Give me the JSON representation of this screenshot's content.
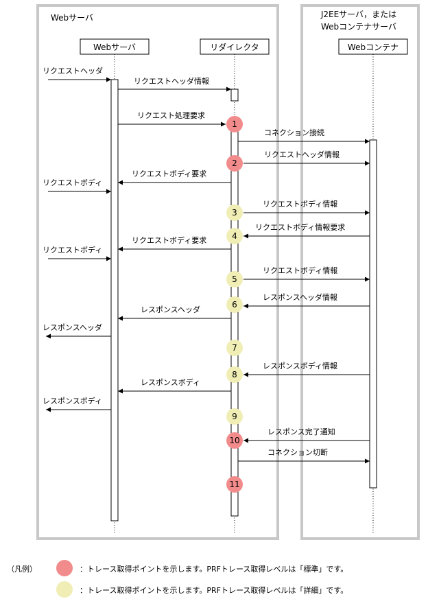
{
  "containers": {
    "left_title": "Webサーバ",
    "right_title_line1": "J2EEサーバ，または",
    "right_title_line2": "Webコンテナサーバ"
  },
  "lifelines": {
    "web": "Webサーバ",
    "redirector": "リダイレクタ",
    "container": "Webコンテナ"
  },
  "messages": [
    {
      "text": "リクエストヘッダ"
    },
    {
      "text": "リクエストヘッダ情報"
    },
    {
      "text": "リクエスト処理要求"
    },
    {
      "text": "コネクション接続"
    },
    {
      "text": "リクエストヘッダ情報"
    },
    {
      "text": "リクエストボディ要求"
    },
    {
      "text": "リクエストボディ"
    },
    {
      "text": "リクエストボディ情報"
    },
    {
      "text": "リクエストボディ情報要求"
    },
    {
      "text": "リクエストボディ要求"
    },
    {
      "text": "リクエストボディ"
    },
    {
      "text": "リクエストボディ情報"
    },
    {
      "text": "レスポンスヘッダ情報"
    },
    {
      "text": "レスポンスヘッダ"
    },
    {
      "text": "レスポンスヘッダ"
    },
    {
      "text": "レスポンスボディ情報"
    },
    {
      "text": "レスポンスボディ"
    },
    {
      "text": "レスポンスボディ"
    },
    {
      "text": "レスポンス完了通知"
    },
    {
      "text": "コネクション切断"
    }
  ],
  "points": [
    {
      "label": "1",
      "level": "standard"
    },
    {
      "label": "2",
      "level": "standard"
    },
    {
      "label": "3",
      "level": "detail"
    },
    {
      "label": "4",
      "level": "detail"
    },
    {
      "label": "5",
      "level": "detail"
    },
    {
      "label": "6",
      "level": "detail"
    },
    {
      "label": "7",
      "level": "detail"
    },
    {
      "label": "8",
      "level": "detail"
    },
    {
      "label": "9",
      "level": "detail"
    },
    {
      "label": "10",
      "level": "standard"
    },
    {
      "label": "11",
      "level": "standard"
    }
  ],
  "legend": {
    "title": "（凡例）",
    "standard": "：トレース取得ポイントを示します。PRFトレース取得レベルは「標準」です。",
    "detail": "：トレース取得ポイントを示します。PRFトレース取得レベルは「詳細」です。"
  },
  "colors": {
    "standard": "#f28b8b",
    "detail": "#f0eeb4",
    "container_border": "#c8c8c8"
  }
}
